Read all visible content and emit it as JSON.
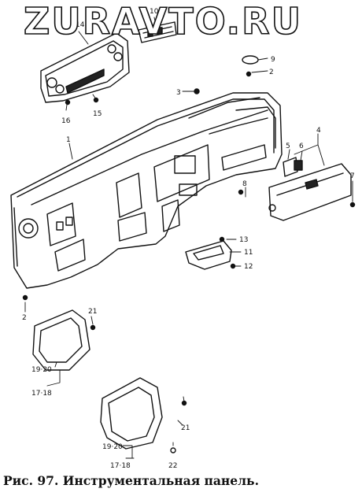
{
  "watermark": "ZURAVTO.RU",
  "caption": "Рис. 97. Инструментальная панель.",
  "callouts": {
    "c1": "1",
    "c2a": "2",
    "c2b": "2",
    "c3": "3",
    "c4": "4",
    "c5": "5",
    "c6": "6",
    "c7": "7",
    "c8": "8",
    "c9": "9",
    "c10": "10",
    "c11": "11",
    "c12": "12",
    "c13": "13",
    "c14": "14",
    "c15": "15",
    "c16": "16",
    "c21a": "21",
    "c21b": "21",
    "c22": "22",
    "c1920a": "19·20",
    "c1718a": "17·18",
    "c1920b": "19·20",
    "c1718b": "17·18"
  }
}
